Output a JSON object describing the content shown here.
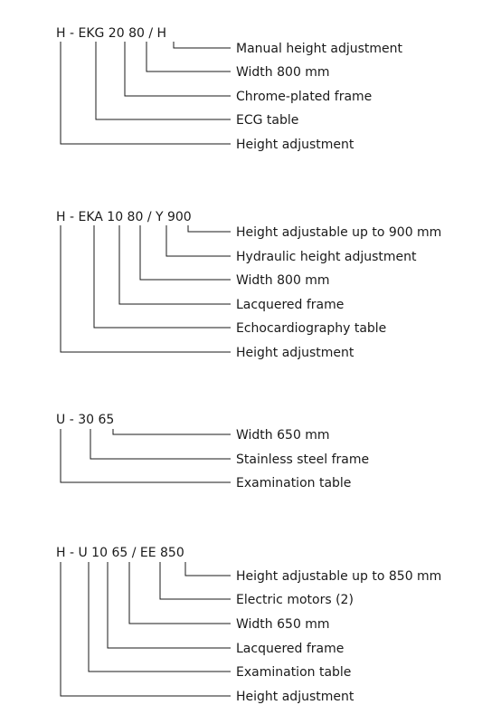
{
  "groups": [
    {
      "code": "H - EKG  20  80 / H",
      "descriptions": [
        "Manual height adjustment",
        "Width 800 mm",
        "Chrome-plated frame",
        "ECG table",
        "Height adjustment"
      ]
    },
    {
      "code": "H - EKA 10  80 / Y 900",
      "descriptions": [
        "Height adjustable up to 900 mm",
        "Hydraulic height adjustment",
        "Width 800 mm",
        "Lacquered frame",
        "Echocardiography table",
        "Height adjustment"
      ]
    },
    {
      "code": "U - 30  65",
      "descriptions": [
        "Width 650 mm",
        "Stainless steel frame",
        "Examination table"
      ]
    },
    {
      "code": "H - U  10  65 / EE 850",
      "descriptions": [
        "Height adjustable up to 850 mm",
        "Electric motors (2)",
        "Width 650 mm",
        "Lacquered frame",
        "Examination table",
        "Height adjustment"
      ]
    }
  ]
}
